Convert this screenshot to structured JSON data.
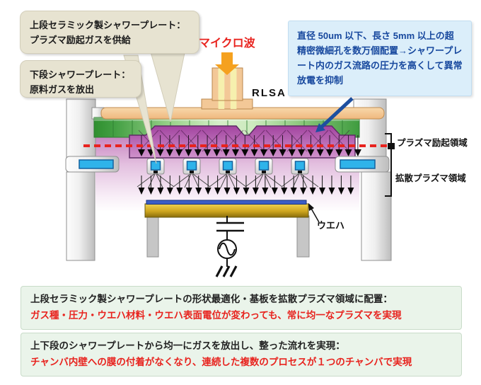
{
  "callouts": {
    "upper_shower_plate": "上段セラミック製シャワープレート：\nプラズマ励起ガスを供給",
    "lower_shower_plate": "下段シャワープレート：\n原料ガスを放出",
    "micropores": "直径 50um 以下、長さ 5mm 以上の超精密微細孔を数万個配置→シャワープレート内のガス流路の圧力を高くして異常放電を抑制"
  },
  "labels": {
    "microwave": "マイクロ波",
    "rlsa": "RLSA",
    "excitation_region": "プラズマ励起領域",
    "diffusion_region": "拡散プラズマ領域",
    "wafer": "ウエハ"
  },
  "notes": [
    {
      "heading": "上段セラミック製シャワープレートの形状最適化・基板を拡散プラズマ領域に配置：",
      "result": "ガス種・圧力・ウエハ材料・ウエハ表面電位が変わっても、常に均一なプラズマを実現"
    },
    {
      "heading": "上下段のシャワープレートから均一にガスを放出し、整った流れを実現：",
      "result": "チャンバ内壁への膜の付着がなくなり、連続した複数のプロセスが１つのチャンバで実現"
    }
  ],
  "colors": {
    "accent_red": "#e8231e",
    "blue_text": "#17489e",
    "callout_beige": "#e7e3d1",
    "callout_blue_bg": "#dbeefa",
    "note_green_bg": "#eaf4ea",
    "plate_green": "#3f9c3f",
    "plate_purple": "#a848a8",
    "rlsa_tan": "#f3c897",
    "microwave_arrow_orange": "#f5a11f",
    "pointer_arrow_blue": "#1d4fa0",
    "wafer_blue": "#3b5ec6",
    "stage_gold": "#d4af37",
    "nozzle_blue": "#2fb3ea"
  }
}
